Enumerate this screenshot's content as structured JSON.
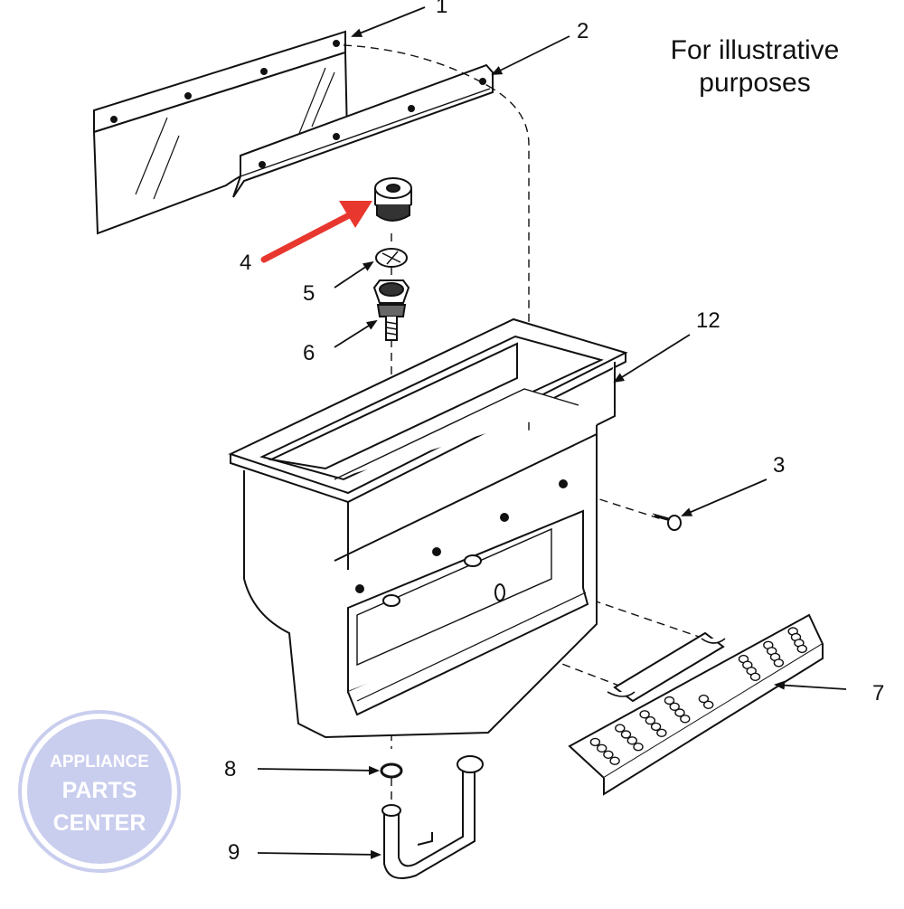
{
  "note": {
    "line1": "For illustrative",
    "line2": "purposes"
  },
  "callouts": {
    "c1": "1",
    "c2": "2",
    "c3": "3",
    "c4": "4",
    "c5": "5",
    "c6": "6",
    "c7": "7",
    "c8": "8",
    "c9": "9",
    "c12": "12"
  },
  "watermark": {
    "line1": "APPLIANCE",
    "line2": "PARTS",
    "line3": "CENTER"
  },
  "colors": {
    "ink": "#111111",
    "highlight_arrow": "#e8372f",
    "watermark_fill": "#c9cdee"
  }
}
